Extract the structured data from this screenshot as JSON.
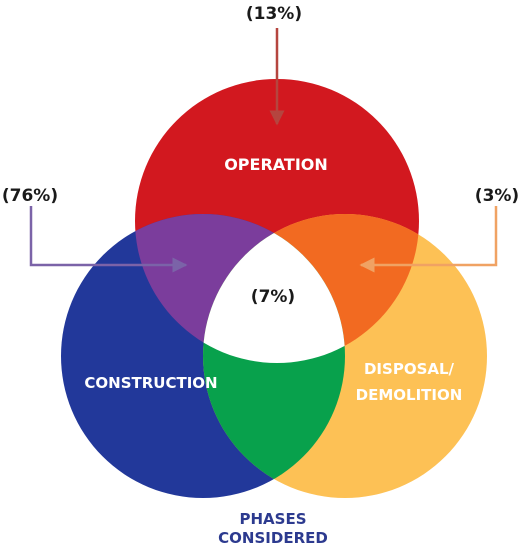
{
  "sets": {
    "operation": {
      "label": "OPERATION",
      "color": "#d2181f"
    },
    "construction": {
      "label": "CONSTRUCTION",
      "color": "#22389a"
    },
    "disposal": {
      "label_line1": "DISPOSAL/",
      "label_line2": "DEMOLITION",
      "color": "#fdc155"
    }
  },
  "overlaps": {
    "operation_construction": {
      "color": "#7b3d9c"
    },
    "operation_disposal": {
      "color": "#f26a21"
    },
    "construction_disposal": {
      "color": "#08a14c"
    },
    "center": {
      "color": "#ffffff"
    }
  },
  "callouts": {
    "operation_only": {
      "text": "(13%)",
      "arrow_color": "#b5453f"
    },
    "operation_construction": {
      "text": "(76%)",
      "arrow_color": "#7b63a8"
    },
    "operation_disposal": {
      "text": "(3%)",
      "arrow_color": "#f0a263"
    },
    "center": {
      "text": "(7%)"
    }
  },
  "caption": {
    "line1": "PHASES",
    "line2": "CONSIDERED",
    "color": "#2c3a8f"
  },
  "label_text_color": "#ffffff"
}
